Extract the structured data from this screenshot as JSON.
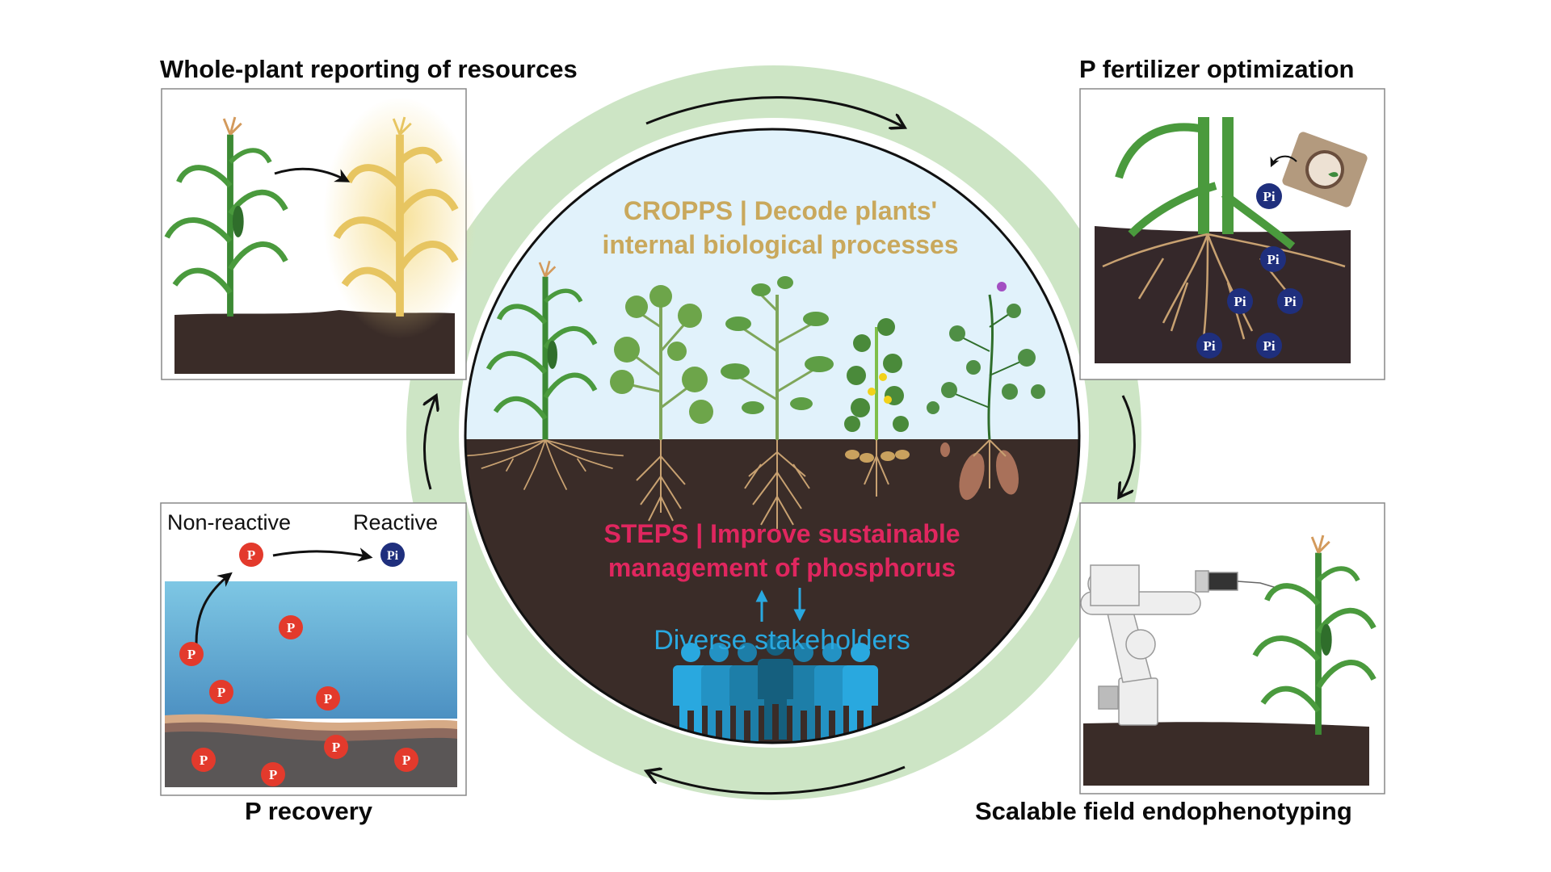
{
  "panels": {
    "top_left": {
      "title": "Whole-plant reporting of resources",
      "description": "Green maize plant with arrow pointing to glowing yellow reporter maize plant in soil"
    },
    "top_right": {
      "title": "P fertilizer optimization",
      "description": "Maize roots in soil with fertilizer bag releasing Pi",
      "pi_label": "Pi",
      "pi_count": 6
    },
    "bottom_left": {
      "title": "P recovery",
      "non_reactive_label": "Non-reactive",
      "reactive_label": "Reactive",
      "p_label": "P",
      "pi_label": "Pi",
      "p_count": 9
    },
    "bottom_right": {
      "title": "Scalable field endophenotyping",
      "description": "Robotic arm sampling a maize plant in the field"
    }
  },
  "center": {
    "cropps_line1": "CROPPS | Decode plants'",
    "cropps_line2": "internal biological processes",
    "steps_line1": "STEPS | Improve sustainable",
    "steps_line2": "management of phosphorus",
    "stakeholders": "Diverse stakeholders",
    "crops": [
      "maize",
      "cotton",
      "tomato",
      "peanut",
      "sweet potato"
    ],
    "people_count": 7
  },
  "cycle": {
    "direction": "clockwise",
    "arrows": [
      "top",
      "right",
      "bottom",
      "left"
    ]
  },
  "colors": {
    "ring": "#cde5c5",
    "sky": "#e1f2fb",
    "soil": "#3a2c28",
    "cropps": "#c9a85c",
    "steps": "#e0265f",
    "stakeholders": "#29a8df",
    "p_badge": "#e33a2c",
    "pi_badge": "#1f2f7d",
    "water_top": "#7ec7e4",
    "water_bottom": "#4c93c4",
    "sediment": "#5a5656",
    "leaf": "#3f8f3a",
    "glow": "#ecc864"
  }
}
